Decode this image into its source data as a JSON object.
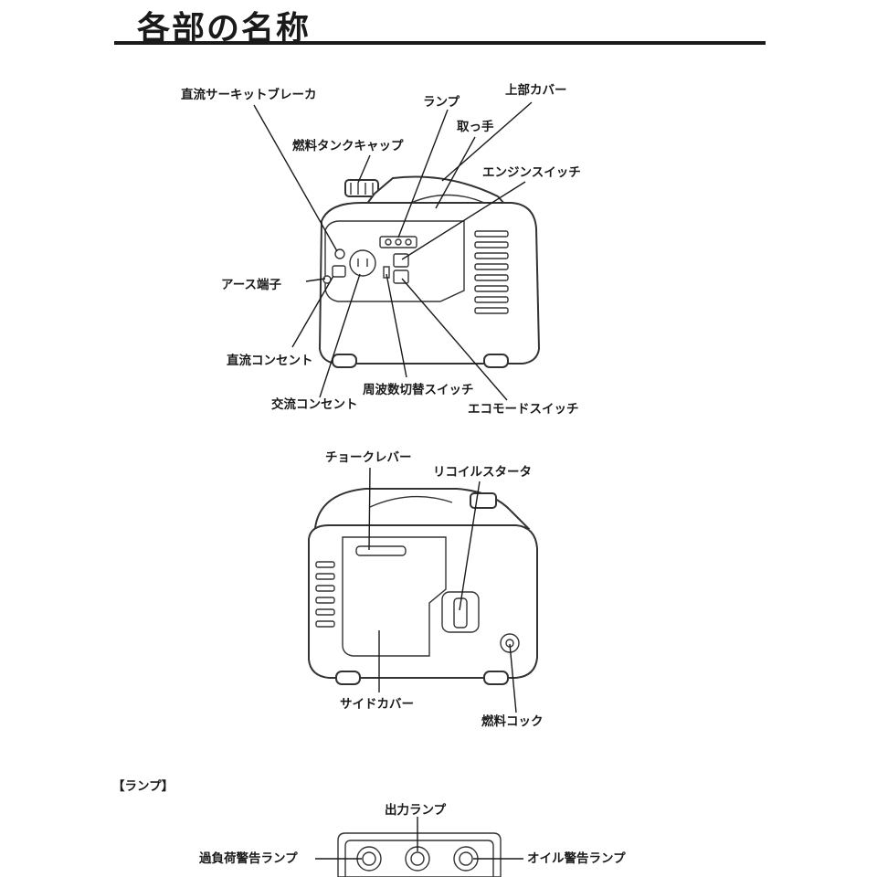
{
  "page": {
    "title": "各部の名称"
  },
  "front_view": {
    "labels": {
      "dc_breaker": "直流サーキットブレーカ",
      "fuel_cap": "燃料タンクキャップ",
      "lamp": "ランプ",
      "top_cover": "上部カバー",
      "handle": "取っ手",
      "engine_switch": "エンジンスイッチ",
      "ground_terminal": "アース端子",
      "dc_outlet": "直流コンセント",
      "ac_outlet": "交流コンセント",
      "frequency_switch": "周波数切替スイッチ",
      "eco_switch": "エコモードスイッチ"
    }
  },
  "rear_view": {
    "labels": {
      "choke_lever": "チョークレバー",
      "recoil_starter": "リコイルスタータ",
      "side_cover": "サイドカバー",
      "fuel_cock": "燃料コック"
    }
  },
  "lamp_panel": {
    "heading": "【ランプ】",
    "labels": {
      "output_lamp": "出力ランプ",
      "overload_lamp": "過負荷警告ランプ",
      "oil_lamp": "オイル警告ランプ"
    }
  }
}
